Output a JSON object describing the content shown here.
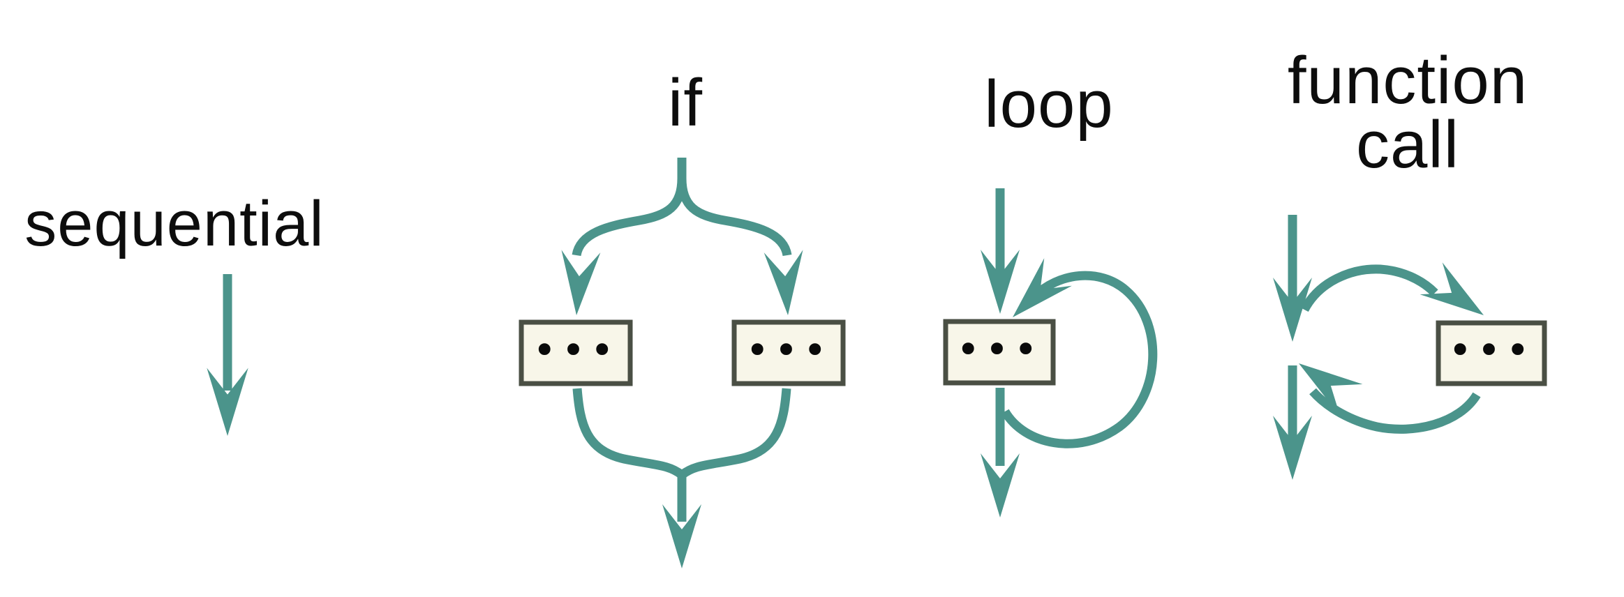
{
  "sections": {
    "sequential": {
      "label": "sequential"
    },
    "if": {
      "label": "if"
    },
    "loop": {
      "label": "loop"
    },
    "function_call": {
      "label_line1": "function",
      "label_line2": "call"
    }
  },
  "box": {
    "content": "•••"
  },
  "colors": {
    "background": "#ffffff",
    "arrow": "#4b948b",
    "box_fill": "#f8f6e9",
    "box_border": "#4a4f44",
    "text": "#0d0d0d",
    "dots": "#0a0a0a"
  }
}
